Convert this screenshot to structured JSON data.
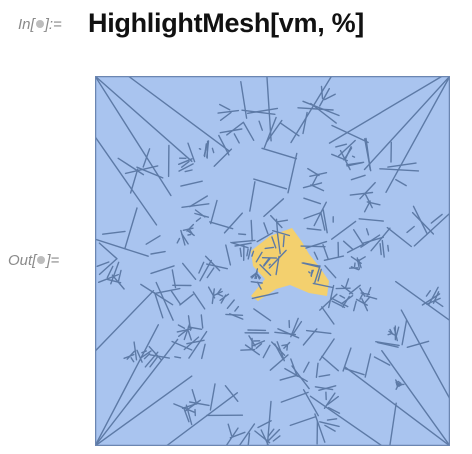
{
  "notebook": {
    "input_prompt": "In[",
    "input_prompt_tail": "]:=",
    "output_prompt": "Out[",
    "output_prompt_tail": "]=",
    "input_expression": "HighlightMesh[vm, %]"
  },
  "mesh": {
    "fill_color": "#a9c4ef",
    "edge_color": "#5d7aa6",
    "highlight_color": "#f3d06e",
    "frame_color": "#6b86b1"
  }
}
